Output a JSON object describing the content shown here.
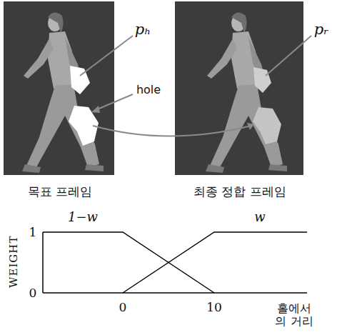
{
  "diagram": {
    "labels": [
      "pₕ",
      "pᵣ",
      "hole",
      "목표 프레임",
      "최종 정합 프레임",
      "1−w",
      "w",
      "1",
      "0",
      "WEIGHT",
      "0",
      "10",
      "홀에서의 거리"
    ]
  }
}
